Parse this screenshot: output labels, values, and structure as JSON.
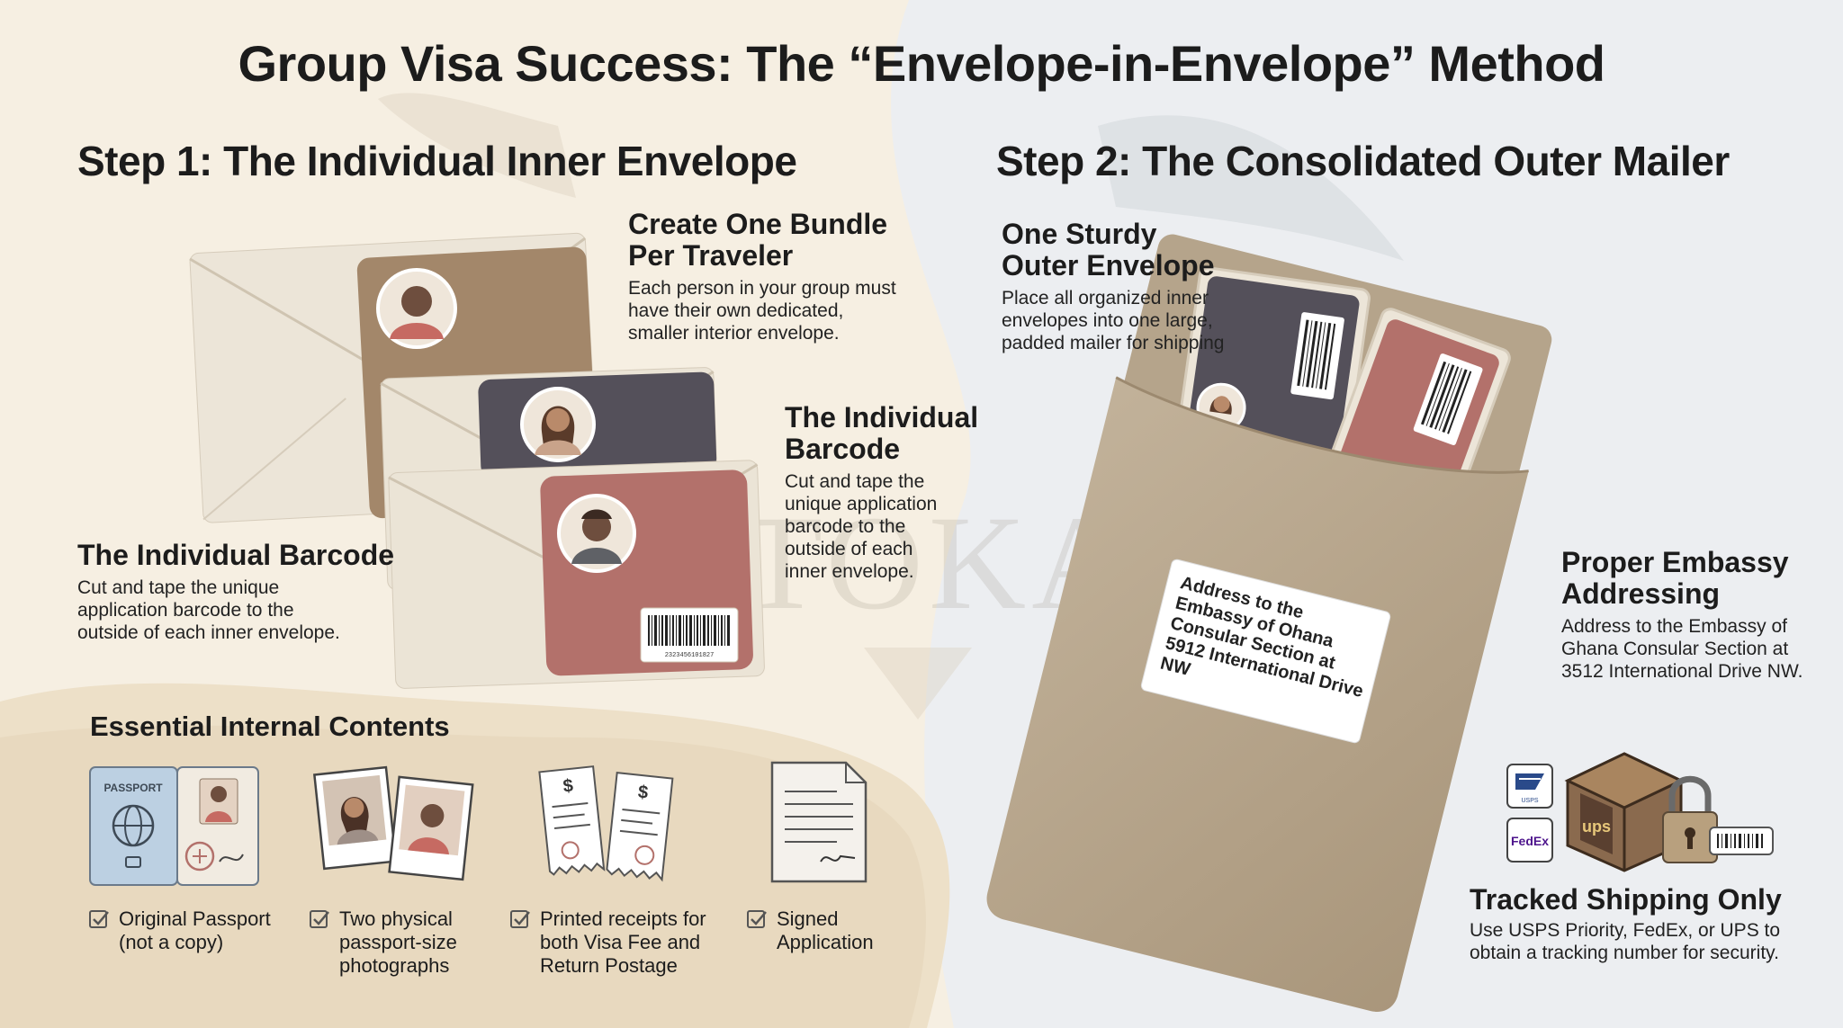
{
  "title": "Group Visa Success: The “Envelope-in-Envelope” Method",
  "watermark": "KETOKAMP",
  "colors": {
    "cream": "#f6efe2",
    "tan": "#e7d8bf",
    "envelope_light": "#e8e0d2",
    "envelope_card_tan": "#a3876a",
    "card_slate": "#54505a",
    "card_rose": "#b3716b",
    "kraft": "#b9a88f",
    "right_bg": "#eceef1"
  },
  "step1": {
    "heading": "Step 1: The Individual Inner Envelope",
    "bundle": {
      "title": [
        "Create One Bundle",
        "Per Traveler"
      ],
      "text": [
        "Each person in your group must",
        "have their own dedicated,",
        "smaller interior envelope."
      ]
    },
    "barcode_right": {
      "title": [
        "The Individual",
        "Barcode"
      ],
      "text": [
        "Cut and tape the",
        "unique application",
        "barcode to the",
        "outside of each",
        "inner envelope."
      ]
    },
    "barcode_left": {
      "title": [
        "The Individual Barcode"
      ],
      "text": [
        "Cut and tape the unique",
        "application barcode to the",
        "outside of each inner envelope."
      ]
    },
    "barcode_number": "2323456101827",
    "contents": {
      "heading": "Essential Internal Contents",
      "passport_label": "PASSPORT",
      "items": [
        {
          "lines": [
            "Original Passport",
            "(not a copy)"
          ],
          "icon": "passport-icon"
        },
        {
          "lines": [
            "Two physical",
            "passport-size",
            "photographs"
          ],
          "icon": "photographs-icon"
        },
        {
          "lines": [
            "Printed receipts for",
            "both Visa Fee and",
            "Return Postage"
          ],
          "icon": "receipts-icon"
        },
        {
          "lines": [
            "Signed",
            "Application"
          ],
          "icon": "signed-application-icon"
        }
      ]
    }
  },
  "step2": {
    "heading": "Step 2: The Consolidated Outer Mailer",
    "outer": {
      "title": [
        "One Sturdy",
        "Outer Envelope"
      ],
      "text": [
        "Place all organized inner",
        "envelopes into one large,",
        "padded mailer for shipping"
      ]
    },
    "label_lines": [
      "Address to the",
      "Embassy of Ohana",
      "Consular Section at",
      "5912 International Drive",
      "NW"
    ],
    "addressing": {
      "title": [
        "Proper Embassy",
        "Addressing"
      ],
      "text": [
        "Address to the Embassy of",
        "Ghana Consular Section at",
        "3512 International Drive NW."
      ]
    },
    "shipping": {
      "title": "Tracked Shipping Only",
      "text": [
        "Use USPS Priority, FedEx, or UPS to",
        "obtain a tracking number for security."
      ],
      "carrier_logos": [
        "USPS",
        "FedEx",
        "ups"
      ]
    }
  }
}
